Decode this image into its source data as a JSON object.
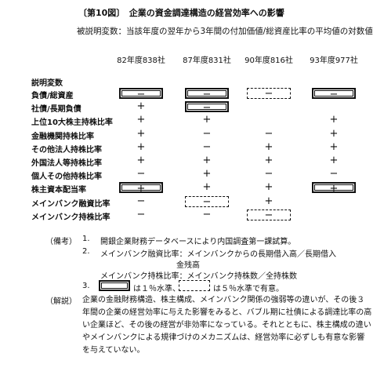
{
  "title": "〔第10図〕　企業の資金調達構造の経営効率への影響",
  "subtitle": "被説明変数：当該年度の翌年から3年間の付加価値/総資産比率の平均値の対数値",
  "columns": [
    "82年度838社",
    "87年度831社",
    "90年度816社",
    "93年度977社"
  ],
  "explanatory_header": "説明変数",
  "rows": [
    {
      "label": "負債/総資産",
      "cells": [
        {
          "v": "−",
          "b": "solid"
        },
        {
          "v": "−",
          "b": "solid"
        },
        {
          "v": "−",
          "b": "dash"
        },
        {
          "v": "−",
          "b": "solid"
        }
      ]
    },
    {
      "label": "社債/長期負債",
      "cells": [
        {
          "v": "+",
          "b": ""
        },
        {
          "v": "−",
          "b": "solid"
        },
        {
          "v": "",
          "b": ""
        },
        {
          "v": "",
          "b": ""
        }
      ]
    },
    {
      "label": "上位10大株主持株比率",
      "cells": [
        {
          "v": "+",
          "b": ""
        },
        {
          "v": "+",
          "b": ""
        },
        {
          "v": "",
          "b": ""
        },
        {
          "v": "+",
          "b": ""
        }
      ]
    },
    {
      "label": "金融機関持株比率",
      "cells": [
        {
          "v": "+",
          "b": ""
        },
        {
          "v": "−",
          "b": ""
        },
        {
          "v": "−",
          "b": ""
        },
        {
          "v": "+",
          "b": ""
        }
      ]
    },
    {
      "label": "その他法人持株比率",
      "cells": [
        {
          "v": "+",
          "b": ""
        },
        {
          "v": "−",
          "b": ""
        },
        {
          "v": "+",
          "b": ""
        },
        {
          "v": "+",
          "b": ""
        }
      ]
    },
    {
      "label": "外国法人等持株比率",
      "cells": [
        {
          "v": "+",
          "b": ""
        },
        {
          "v": "+",
          "b": ""
        },
        {
          "v": "+",
          "b": ""
        },
        {
          "v": "+",
          "b": ""
        }
      ]
    },
    {
      "label": "個人その他持株比率",
      "cells": [
        {
          "v": "−",
          "b": ""
        },
        {
          "v": "+",
          "b": ""
        },
        {
          "v": "−",
          "b": ""
        },
        {
          "v": "−",
          "b": ""
        }
      ]
    },
    {
      "label": "株主資本配当率",
      "cells": [
        {
          "v": "+",
          "b": "solid"
        },
        {
          "v": "+",
          "b": ""
        },
        {
          "v": "+",
          "b": ""
        },
        {
          "v": "+",
          "b": "solid"
        }
      ]
    },
    {
      "label": "メインバンク融資比率",
      "cells": [
        {
          "v": "−",
          "b": ""
        },
        {
          "v": "−",
          "b": "dash"
        },
        {
          "v": "+",
          "b": ""
        },
        {
          "v": "",
          "b": ""
        }
      ]
    },
    {
      "label": "メインバンク持株比率",
      "cells": [
        {
          "v": "−",
          "b": ""
        },
        {
          "v": "−",
          "b": ""
        },
        {
          "v": "−",
          "b": "dash"
        },
        {
          "v": "",
          "b": ""
        }
      ]
    }
  ],
  "notes": {
    "label": "（備考）",
    "n1_num": "1.",
    "n1": "開銀企業財務データベースにより内国調査第一課試算。",
    "n2_num": "2.",
    "n2_line1": "メインバンク融資比率：メインバンクからの長期借入高／長期借入",
    "n2_line2": "金残高",
    "n2_line3": "メインバンク持株比率：メインバンク持株数／全持株数",
    "n3_num": "3.",
    "n3_a": "は１％水準、",
    "n3_b": "は５％水準で有意。"
  },
  "explanation": {
    "label": "（解説）",
    "text": "企業の金融財務構造、株主構成、メインバンク関係の強弱等の違いが、その後３年間の企業の経営効率に与えた影響をみると、バブル期に社債による調達比率の高い企業ほど、その後の経営が非効率になっている。それとともに、株主構成の違いやメインバンクによる規律づけのメカニズムは、経営効率に必ずしも有意な影響を与えていない。"
  }
}
